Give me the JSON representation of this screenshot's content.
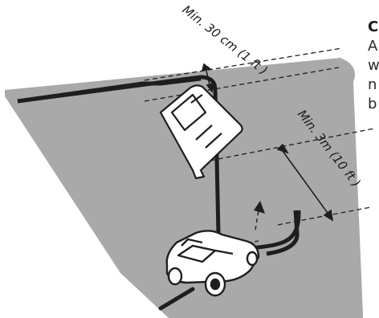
{
  "labels": {
    "min_distance_station": "Min. 30 cm (1 ft )",
    "min_distance_straight": "Min. 3m (10 ft )"
  },
  "side_text": {
    "heading": "C",
    "lines": [
      "A",
      "w",
      "n",
      "b"
    ]
  },
  "colors": {
    "lawn": "#a9a9a9",
    "wire": "#1e1e1e",
    "machine_body": "#ffffff",
    "outline": "#1e1e1e"
  }
}
